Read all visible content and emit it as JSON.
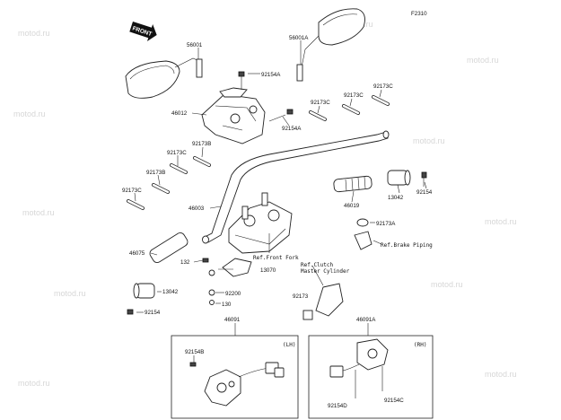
{
  "diagram_code": "F2310",
  "front_label": "FRONT",
  "watermark_text": "motod.ru",
  "parts": [
    {
      "id": "p56001",
      "label": "56001"
    },
    {
      "id": "p56001a",
      "label": "56001A"
    },
    {
      "id": "p92154a_1",
      "label": "92154A"
    },
    {
      "id": "p92154a_2",
      "label": "92154A"
    },
    {
      "id": "p46012",
      "label": "46012"
    },
    {
      "id": "p92173c_1",
      "label": "92173C"
    },
    {
      "id": "p92173c_2",
      "label": "92173C"
    },
    {
      "id": "p92173c_3",
      "label": "92173C"
    },
    {
      "id": "p92173c_4",
      "label": "92173C"
    },
    {
      "id": "p92173c_5",
      "label": "92173C"
    },
    {
      "id": "p92173b_1",
      "label": "92173B"
    },
    {
      "id": "p92173b_2",
      "label": "92173B"
    },
    {
      "id": "p46003",
      "label": "46003"
    },
    {
      "id": "p46019",
      "label": "46019"
    },
    {
      "id": "p13042_r",
      "label": "13042"
    },
    {
      "id": "p92154_r",
      "label": "92154"
    },
    {
      "id": "p92173a",
      "label": "92173A"
    },
    {
      "id": "p46075",
      "label": "46075"
    },
    {
      "id": "p132",
      "label": "132"
    },
    {
      "id": "p13070",
      "label": "13070"
    },
    {
      "id": "p13042_l",
      "label": "13042"
    },
    {
      "id": "p92200",
      "label": "92200"
    },
    {
      "id": "p130",
      "label": "130"
    },
    {
      "id": "p92154_l",
      "label": "92154"
    },
    {
      "id": "p92173",
      "label": "92173"
    },
    {
      "id": "p46091",
      "label": "46091"
    },
    {
      "id": "p46091a",
      "label": "46091A"
    },
    {
      "id": "p92154b",
      "label": "92154B"
    },
    {
      "id": "p92154d",
      "label": "92154D"
    },
    {
      "id": "p92154c",
      "label": "92154C"
    }
  ],
  "refs": {
    "front_fork": "Ref.Front Fork",
    "brake_piping": "Ref.Brake Piping",
    "clutch_line1": "Ref.Clutch",
    "clutch_line2": "Master Cylinder"
  },
  "boxes": {
    "lh": "(LH)",
    "rh": "(RH)"
  }
}
